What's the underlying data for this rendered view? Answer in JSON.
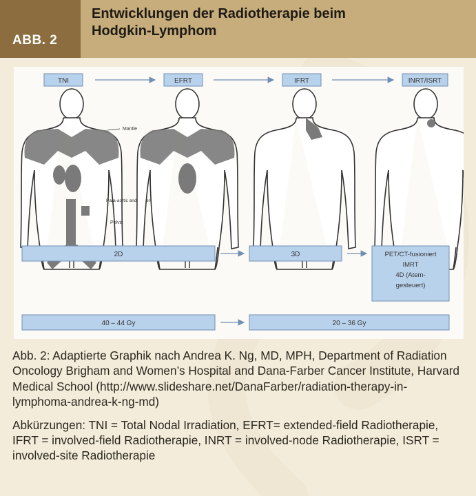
{
  "figure": {
    "number": "ABB. 2",
    "title_line1": "Entwicklungen der Radiotherapie beim",
    "title_line2": "Hodgkin-Lymphom"
  },
  "diagram": {
    "stages": [
      "TNI",
      "EFRT",
      "IFRT",
      "INRT/ISRT"
    ],
    "body_labels": {
      "mantle": "Mantle",
      "para_aortic": "Para-aortic and spleen",
      "pelvis": "Pelvis"
    },
    "technique_row": {
      "left": "2D",
      "middle": "3D",
      "right_lines": [
        "PET/CT-fusioniert",
        "IMRT",
        "4D (Atem-",
        "gesteuert)"
      ]
    },
    "dose_row": {
      "left": "40 – 44 Gy",
      "right": "20 – 36 Gy"
    }
  },
  "caption": {
    "paragraph1": "Abb. 2: Adaptierte Graphik nach Andrea K. Ng, MD, MPH, Department of Radiation Oncology Brigham and Women’s Hospital and Dana-Farber Cancer Institute, Harvard Medical School (http://www.slideshare.net/DanaFarber/radiation-therapy-in-lymphoma-andrea-k-ng-md)",
    "paragraph2": "Abkürzungen: TNI = Total Nodal Irradiation, EFRT= extended-field Radiotherapie, IFRT = involved-field Radiotherapie, INRT = involved-node Radiotherapie, ISRT = involved-site Radiotherapie"
  },
  "colors": {
    "header_band": "#c7ad7c",
    "tag_background": "#8c6d3f",
    "panel_background": "#f4ecda",
    "box_fill": "#b9d2ec",
    "box_stroke": "#6f8fb3",
    "field_shading": "#7a7a7a"
  }
}
